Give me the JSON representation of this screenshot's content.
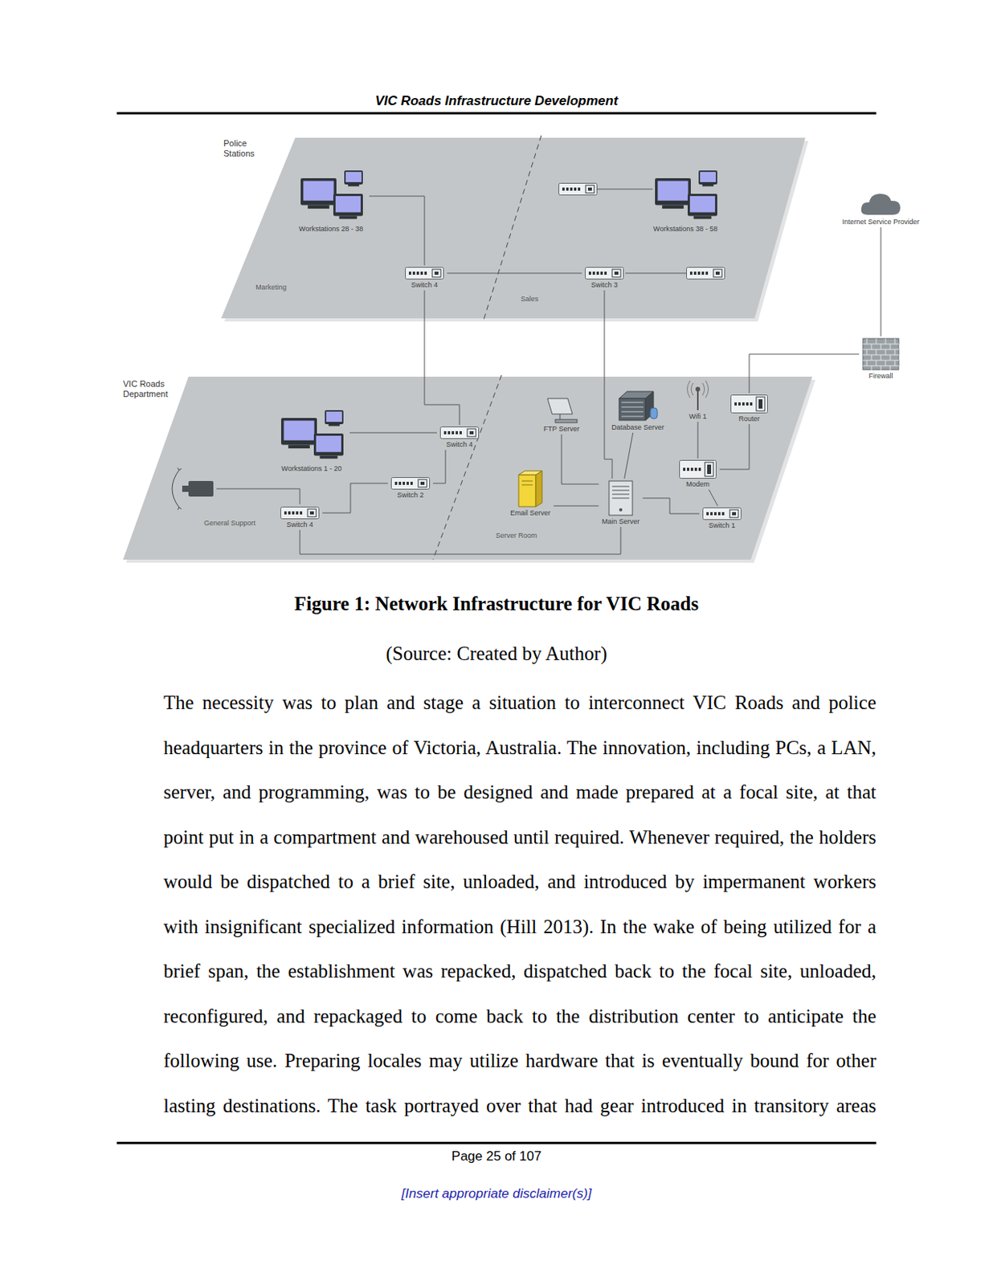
{
  "diagram": {
    "title": "VIC Roads Infrastructure Development",
    "caption": "Figure 1: Network Infrastructure for VIC Roads",
    "nodes": [
      {
        "text": [
          "Police Stations"
        ]
      },
      {
        "text": [
          "Workstations 28 - 38"
        ],
        "in": 0
      },
      {
        "text": [
          "Switch 4"
        ],
        "in": 0
      },
      {
        "text": [
          "Switch 3"
        ],
        "in": 0
      },
      {
        "text": [
          "Workstations 38 - 58"
        ],
        "in": 0
      },
      {
        "text": [
          "Internet Service Provider"
        ]
      },
      {
        "text": [
          "Firewall"
        ]
      },
      {
        "text": [
          "VIC Roads Department"
        ]
      },
      {
        "text": [
          "Workstations 1 - 20"
        ],
        "in": 7
      },
      {
        "text": [
          "Switch 4"
        ],
        "in": 7
      },
      {
        "text": [
          "Switch 2"
        ],
        "in": 7
      },
      {
        "text": [
          "Switch 4"
        ],
        "in": 7
      },
      {
        "text": [
          "FTP Server"
        ],
        "in": 7
      },
      {
        "text": [
          "Database Server"
        ],
        "in": 7
      },
      {
        "text": [
          "Wifi 1"
        ],
        "in": 7
      },
      {
        "text": [
          "Router"
        ],
        "in": 7
      },
      {
        "text": [
          "Email Server"
        ],
        "in": 7
      },
      {
        "text": [
          "Modem"
        ],
        "in": 7
      },
      {
        "text": [
          "Main Server"
        ],
        "in": 7
      },
      {
        "text": [
          "Switch 1"
        ],
        "in": 7
      }
    ],
    "edges": [
      {
        "from": 1,
        "to": 2,
        "arrow": "none"
      },
      {
        "from": 2,
        "to": 3,
        "arrow": "none"
      },
      {
        "from": 5,
        "to": 6,
        "arrow": "none"
      },
      {
        "from": 6,
        "to": 15,
        "arrow": "none"
      },
      {
        "from": 15,
        "to": 17,
        "arrow": "none"
      },
      {
        "from": 14,
        "to": 17,
        "arrow": "none"
      },
      {
        "from": 17,
        "to": 19,
        "arrow": "none"
      },
      {
        "from": 19,
        "to": 18,
        "arrow": "none"
      },
      {
        "from": 18,
        "to": 13,
        "arrow": "none"
      },
      {
        "from": 18,
        "to": 12,
        "arrow": "none"
      },
      {
        "from": 18,
        "to": 16,
        "arrow": "none"
      },
      {
        "from": 3,
        "to": 18,
        "arrow": "none"
      },
      {
        "from": 2,
        "to": 11,
        "arrow": "none"
      },
      {
        "from": 8,
        "to": 11,
        "arrow": "none"
      },
      {
        "from": 10,
        "to": 11,
        "arrow": "none"
      },
      {
        "from": 9,
        "to": 10,
        "arrow": "none"
      },
      {
        "from": 9,
        "to": 18,
        "arrow": "none"
      }
    ],
    "labels": [
      "Marketing",
      "Sales",
      "General Support",
      "Server Room",
      "(Source: Created by Author)",
      "The necessity was to plan and stage a situation to interconnect VIC Roads and police headquarters in the province of Victoria, Australia. The innovation, including PCs, a LAN, server, and programming, was to be designed and made prepared at a focal site, at that point put in a compartment and warehoused until required. Whenever required, the holders would be dispatched to a brief site, unloaded, and introduced by impermanent workers with insignificant specialized information (Hill 2013). In the wake of being utilized for a brief span, the establishment was repacked, dispatched back to the focal site, unloaded, reconfigured, and repackaged to come back to the distribution center to anticipate the following use. Preparing locales may utilize hardware that is eventually bound for other lasting destinations. The task portrayed over that had gear introduced in transitory areas",
      "Page 25 of 107",
      "[Insert appropriate disclaimer(s)]"
    ]
  }
}
